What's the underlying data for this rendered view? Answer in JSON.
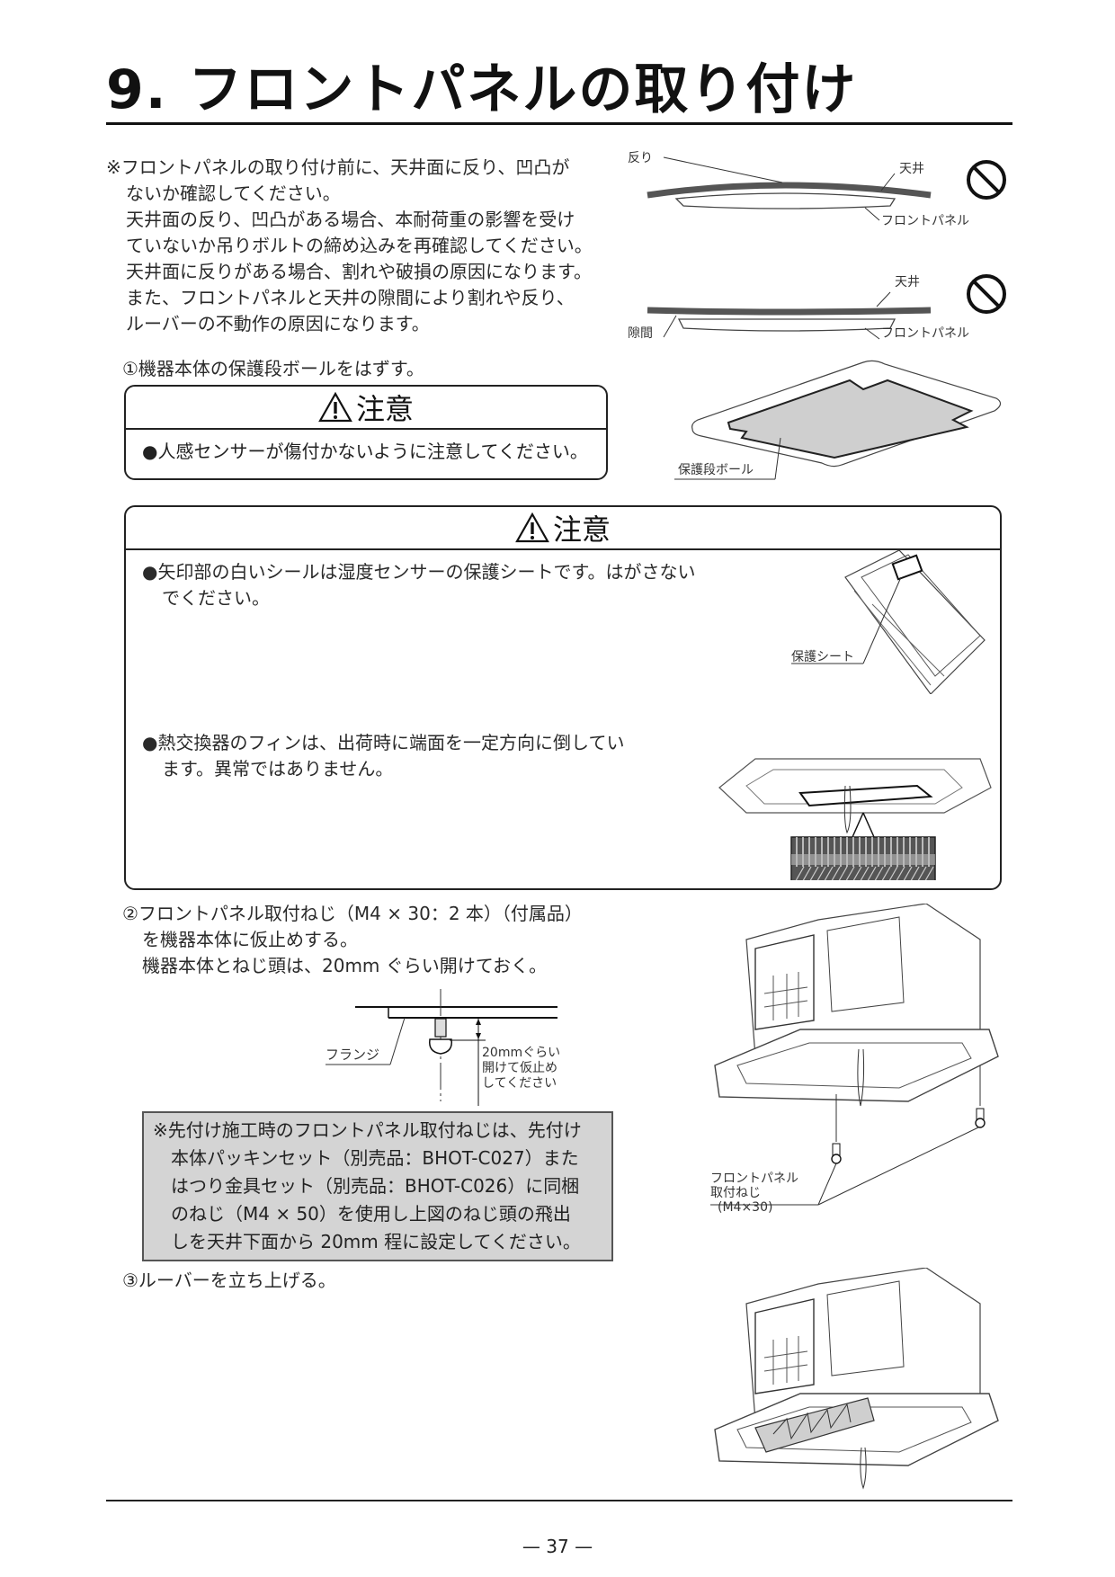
{
  "page": {
    "title": "9. フロントパネルの取り付け",
    "page_number": "— 37 —"
  },
  "intro": {
    "lines": [
      "※フロントパネルの取り付け前に、天井面に反り、凹凸が",
      "ないか確認してください。",
      "天井面の反り、凹凸がある場合、本耐荷重の影響を受け",
      "ていないか吊りボルトの締め込みを再確認してください。",
      "天井面に反りがある場合、割れや破損の原因になります。",
      "また、フロントパネルと天井の隙間により割れや反り、",
      "ルーバーの不動作の原因になります。"
    ]
  },
  "figure_warp": {
    "top": {
      "label_warp": "反り",
      "label_ceiling": "天井",
      "label_panel": "フロントパネル",
      "prohibited_icon": "prohibited-icon"
    },
    "bottom": {
      "label_gap": "隙間",
      "label_ceiling": "天井",
      "label_panel": "フロントパネル",
      "prohibited_icon": "prohibited-icon"
    }
  },
  "step1": {
    "text": "①機器本体の保護段ボールをはずす。",
    "caution": {
      "heading": "注意",
      "icon": "warning-triangle-icon",
      "items": [
        "●人感センサーが傷付かないように注意してください。"
      ]
    },
    "figure_label": "保護段ボール"
  },
  "caution_main": {
    "heading": "注意",
    "icon": "warning-triangle-icon",
    "item1": {
      "lines": [
        "●矢印部の白いシールは湿度センサーの保護シートです。はがさない",
        "でください。"
      ],
      "figure_label": "保護シート"
    },
    "item2": {
      "lines": [
        "●熱交換器のフィンは、出荷時に端面を一定方向に倒してい",
        "ます。異常ではありません。"
      ]
    }
  },
  "step2": {
    "lines": [
      "②フロントパネル取付ねじ（M4 × 30：2 本）（付属品）",
      "を機器本体に仮止めする。",
      "機器本体とねじ頭は、20mm ぐらい開けておく。"
    ],
    "diagram": {
      "label_flange": "フランジ",
      "label_gap_lines": [
        "20mmぐらい",
        "開けて仮止め",
        "してください"
      ]
    },
    "note_lines": [
      "※先付け施工時のフロントパネル取付ねじは、先付け",
      "本体パッキンセット（別売品：BHOT-C027）また",
      "はつり金具セット（別売品：BHOT-C026）に同梱",
      "のねじ（M4 × 50）を使用し上図のねじ頭の飛出",
      "しを天井下面から 20mm 程に設定してください。"
    ],
    "figure_label_lines": [
      "フロントパネル",
      "取付ねじ",
      "(M4×30)"
    ]
  },
  "step3": {
    "text": "③ルーバーを立ち上げる。"
  }
}
